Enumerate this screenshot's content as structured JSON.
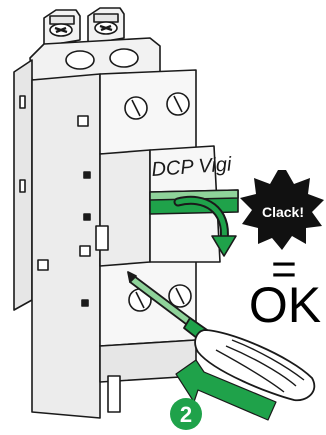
{
  "device": {
    "label": "DCP Vigi"
  },
  "feedback": {
    "sound": "Clack!",
    "equals": "=",
    "result": "OK"
  },
  "step": {
    "number": "2"
  },
  "colors": {
    "accent_green": "#1fa24a",
    "light_green": "#8fd39a",
    "outline": "#1a1a1a",
    "body_light": "#f2f2f2",
    "body_shadow": "#d9d9d9",
    "burst": "#111111"
  }
}
